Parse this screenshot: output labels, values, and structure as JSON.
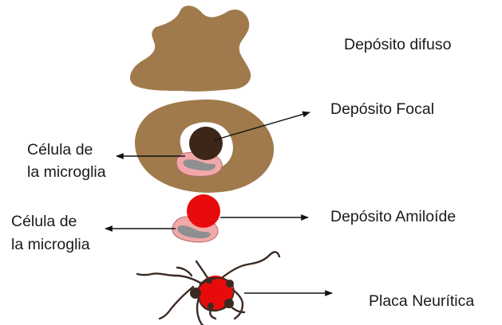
{
  "labels": {
    "diffuse": "Depósito difuso",
    "focal": "Depósito Focal",
    "amyloid": "Depósito Amiloíde",
    "neuritic": "Placa Neurítica",
    "microglia_1_line1": "Célula de",
    "microglia_1_line2": "la microglia",
    "microglia_2_line1": "Célula de",
    "microglia_2_line2": "la microglia"
  },
  "colors": {
    "deposit_brown": "#a07a4c",
    "core_dark": "#3b2618",
    "amyloid_red": "#e80b0b",
    "microglia_pink": "#f1a8a8",
    "microglia_nucleus": "#8f8f8f",
    "neurite": "#3a2a22",
    "arrow": "#111111"
  }
}
